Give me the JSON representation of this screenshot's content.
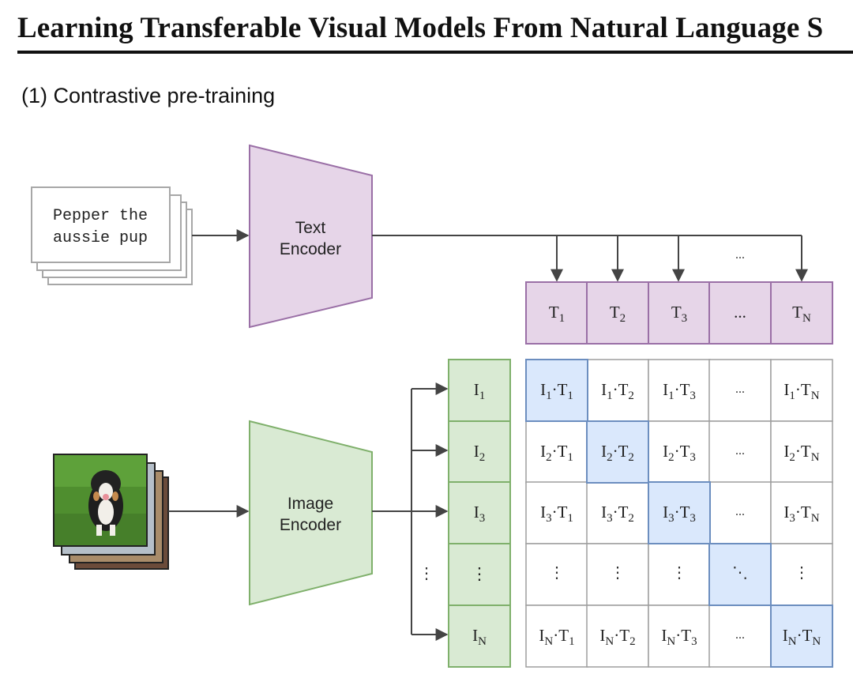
{
  "page": {
    "title": "Learning Transferable Visual Models From Natural Language S",
    "section": "(1) Contrastive pre-training"
  },
  "text_input": {
    "line1": "Pepper the",
    "line2": "aussie pup"
  },
  "text_encoder": {
    "line1": "Text",
    "line2": "Encoder"
  },
  "image_encoder": {
    "line1": "Image",
    "line2": "Encoder"
  },
  "image_input": {
    "description": "photo of a puppy on grass"
  },
  "text_embeddings": [
    {
      "base": "T",
      "sub": "1"
    },
    {
      "base": "T",
      "sub": "2"
    },
    {
      "base": "T",
      "sub": "3"
    },
    {
      "base": "...",
      "sub": ""
    },
    {
      "base": "T",
      "sub": "N"
    }
  ],
  "text_arrows_ellipsis": "...",
  "image_embeddings": [
    {
      "base": "I",
      "sub": "1"
    },
    {
      "base": "I",
      "sub": "2"
    },
    {
      "base": "I",
      "sub": "3"
    },
    {
      "base": "⋮",
      "sub": ""
    },
    {
      "base": "I",
      "sub": "N"
    }
  ],
  "image_arrows_ellipsis": "⋮",
  "matrix": {
    "rows": [
      [
        {
          "type": "prod",
          "i": "1",
          "t": "1"
        },
        {
          "type": "prod",
          "i": "1",
          "t": "2"
        },
        {
          "type": "prod",
          "i": "1",
          "t": "3"
        },
        {
          "type": "text",
          "v": "..."
        },
        {
          "type": "prod",
          "i": "1",
          "t": "N"
        }
      ],
      [
        {
          "type": "prod",
          "i": "2",
          "t": "1"
        },
        {
          "type": "prod",
          "i": "2",
          "t": "2"
        },
        {
          "type": "prod",
          "i": "2",
          "t": "3"
        },
        {
          "type": "text",
          "v": "..."
        },
        {
          "type": "prod",
          "i": "2",
          "t": "N"
        }
      ],
      [
        {
          "type": "prod",
          "i": "3",
          "t": "1"
        },
        {
          "type": "prod",
          "i": "3",
          "t": "2"
        },
        {
          "type": "prod",
          "i": "3",
          "t": "3"
        },
        {
          "type": "text",
          "v": "..."
        },
        {
          "type": "prod",
          "i": "3",
          "t": "N"
        }
      ],
      [
        {
          "type": "text",
          "v": "⋮"
        },
        {
          "type": "text",
          "v": "⋮"
        },
        {
          "type": "text",
          "v": "⋮"
        },
        {
          "type": "text",
          "v": "⋱"
        },
        {
          "type": "text",
          "v": "⋮"
        }
      ],
      [
        {
          "type": "prod",
          "i": "N",
          "t": "1"
        },
        {
          "type": "prod",
          "i": "N",
          "t": "2"
        },
        {
          "type": "prod",
          "i": "N",
          "t": "3"
        },
        {
          "type": "text",
          "v": "..."
        },
        {
          "type": "prod",
          "i": "N",
          "t": "N"
        }
      ]
    ]
  },
  "colors": {
    "text_encoder_fill": "#e6d5e8",
    "text_encoder_stroke": "#9a6fa6",
    "image_encoder_fill": "#d9ead3",
    "image_encoder_stroke": "#7fb06b",
    "diag_fill": "#dae8fc",
    "diag_stroke": "#6c8ebf",
    "grid_stroke": "#9e9e9e",
    "arrow": "#444444"
  }
}
